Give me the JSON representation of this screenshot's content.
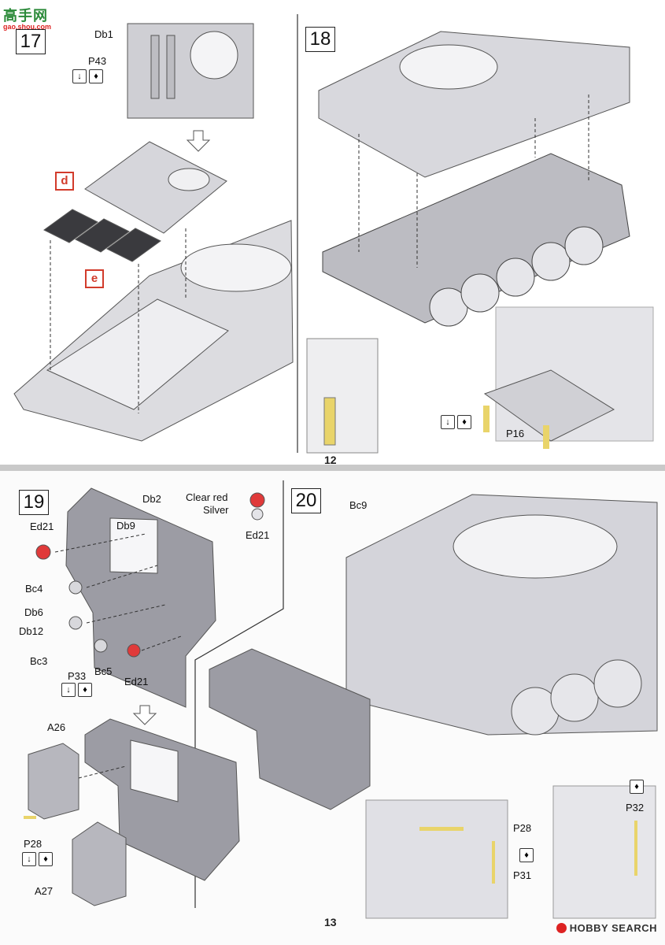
{
  "watermark_top": {
    "main": "高手网",
    "sub": "gao.shou.com"
  },
  "page_top": {
    "number": "12",
    "step17": {
      "num": "17",
      "labels": {
        "db1": "Db1",
        "p43": "P43"
      },
      "mark_d": "d",
      "mark_e": "e"
    },
    "step18": {
      "num": "18",
      "labels": {
        "p16": "P16"
      }
    }
  },
  "page_bottom": {
    "number": "13",
    "step19": {
      "num": "19",
      "labels": {
        "db2": "Db2",
        "db9": "Db9",
        "ed21_a": "Ed21",
        "bc4": "Bc4",
        "db6": "Db6",
        "db12": "Db12",
        "bc3": "Bc3",
        "p33": "P33",
        "bc5": "Bc5",
        "ed21_b": "Ed21",
        "a26": "A26",
        "p28": "P28",
        "a27": "A27"
      },
      "color_note": {
        "red": "Clear red",
        "silver": "Silver",
        "part": "Ed21"
      }
    },
    "step20": {
      "num": "20",
      "labels": {
        "bc9": "Bc9",
        "p28": "P28",
        "p31": "P31",
        "p32": "P32"
      }
    }
  },
  "watermark_bottom": "HOBBY SEARCH",
  "icons": [
    "glue-drop-icon",
    "brush-icon",
    "down-arrow-icon"
  ]
}
